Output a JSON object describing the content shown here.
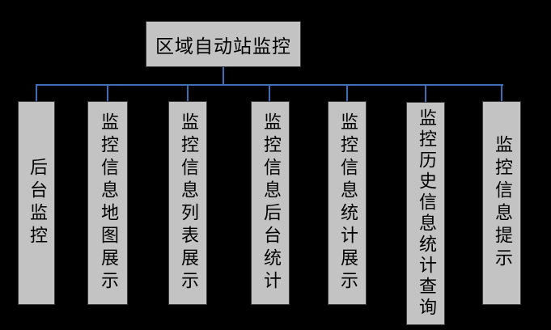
{
  "diagram": {
    "type": "org-chart",
    "background_color": "#000000",
    "connector_color": "#3f6eb5",
    "node_fill_color": "#c3c3c3",
    "node_border_color": "#3c3c3c",
    "text_color": "#000000",
    "root": {
      "label": "区域自动站监控"
    },
    "children": [
      {
        "label": "后台监控"
      },
      {
        "label": "监控信息地图展示"
      },
      {
        "label": "监控信息列表展示"
      },
      {
        "label": "监控信息后台统计"
      },
      {
        "label": "监控信息统计展示"
      },
      {
        "label": "监控历史信息统计查询"
      },
      {
        "label": "监控信息提示"
      }
    ]
  }
}
